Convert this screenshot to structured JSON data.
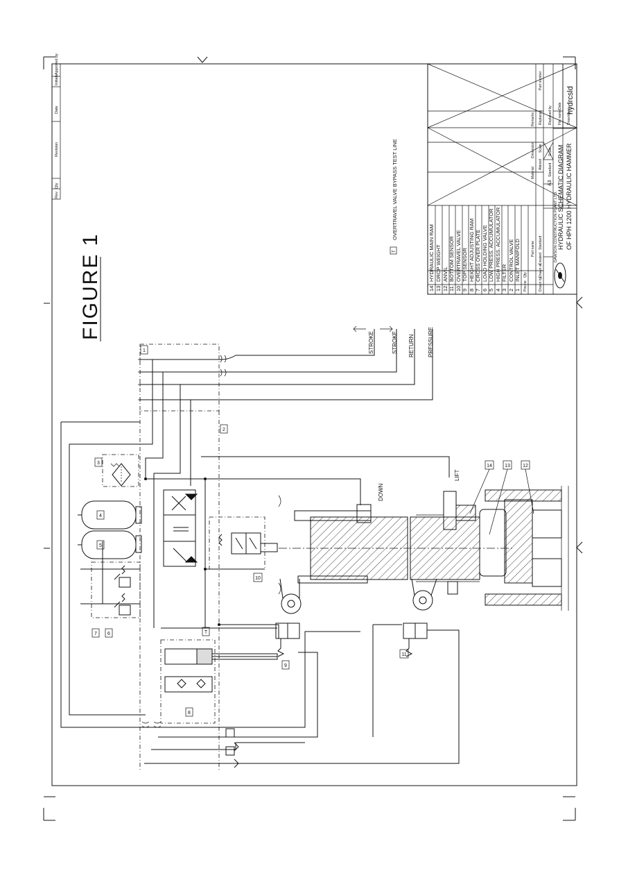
{
  "figure_title": "FIGURE 1",
  "revision_header": [
    "Rev.",
    "Qty",
    "Revision",
    "Date",
    "Initials",
    "Approved by"
  ],
  "parts_list": [
    {
      "no": "14",
      "name": "HYDRAULIC MAIN RAM"
    },
    {
      "no": "13",
      "name": "DROP WEIGHT"
    },
    {
      "no": "12",
      "name": "ANVIL"
    },
    {
      "no": "11",
      "name": "BOTTOM SENSOR"
    },
    {
      "no": "10",
      "name": "OVERTRAVEL VALVE"
    },
    {
      "no": "9",
      "name": "TOP SENSOR"
    },
    {
      "no": "8",
      "name": "HEIGHT ADJUSTING RAM"
    },
    {
      "no": "7",
      "name": "CROSS OVER PLATE"
    },
    {
      "no": "6",
      "name": "LOAD HOLDING VALVE"
    },
    {
      "no": "5",
      "name": "LOW PRESS. ACCUMULATOR"
    },
    {
      "no": "4",
      "name": "HIGH PRESS. ACCUMULATOR"
    },
    {
      "no": "3",
      "name": "FILTER"
    },
    {
      "no": "2",
      "name": "CONTROL VALVE"
    },
    {
      "no": "1",
      "name": "INLET MANIFOLD"
    }
  ],
  "title_block": {
    "pos_no": "Pos.no",
    "qty": "Qty",
    "part_name": "Part name",
    "material": "Material",
    "dimension": "Dimension",
    "remarks": "Remarks",
    "part_number": "Part number",
    "drawn_by": "Drawn by",
    "drawn_at": "Drawn at",
    "created": "Created",
    "standard": "Standard",
    "standard_value": "A3",
    "altered": "Altered",
    "scale": "Scale",
    "replaced_by": "Replaced by",
    "replaces": "Replaces",
    "file_name": "File name",
    "date": "Date",
    "drawing_no": "Drawing no",
    "company": "DAWSON CONSTRUCTION PLANT LTD.",
    "title_line1": "HYDRAULIC SCHEMATIC DIAGRAM",
    "title_line2": "OF HPH 1200 HYDRAULIC HAMMER",
    "file_value": "hydrcsld"
  },
  "notes": {
    "tag": "T",
    "text": "OVERTRAVEL VALVE BYPASS TEST LINE"
  },
  "port_labels": {
    "stroke_a": "STROKE",
    "stroke_b": "STROKE",
    "return": "RETURN",
    "pressure": "PRESSURE",
    "lift": "LIFT",
    "down": "DOWN"
  },
  "balloons": [
    "1",
    "2",
    "3",
    "4",
    "5",
    "6",
    "7",
    "8",
    "9",
    "10",
    "11",
    "12",
    "13",
    "14",
    "T"
  ]
}
